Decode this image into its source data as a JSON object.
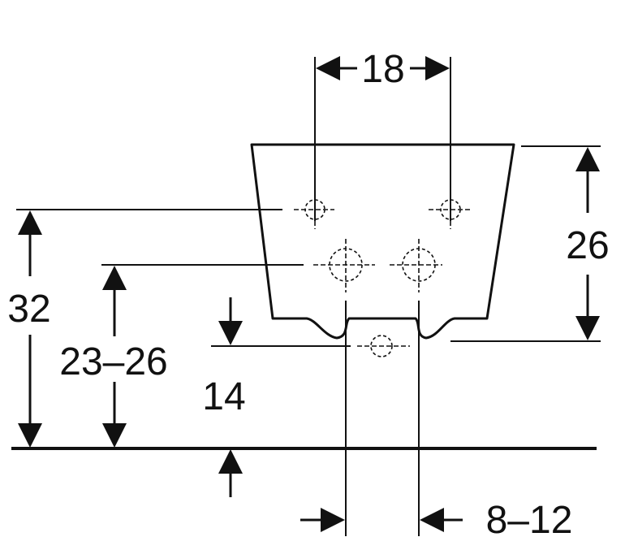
{
  "diagram": {
    "labels": {
      "top_spacing": "18",
      "right_height": "26",
      "left_height": "32",
      "inner_height": "23–26",
      "floor_gap": "14",
      "bottom_offset": "8–12"
    }
  },
  "colors": {
    "ink": "#111111",
    "background": "#ffffff"
  }
}
